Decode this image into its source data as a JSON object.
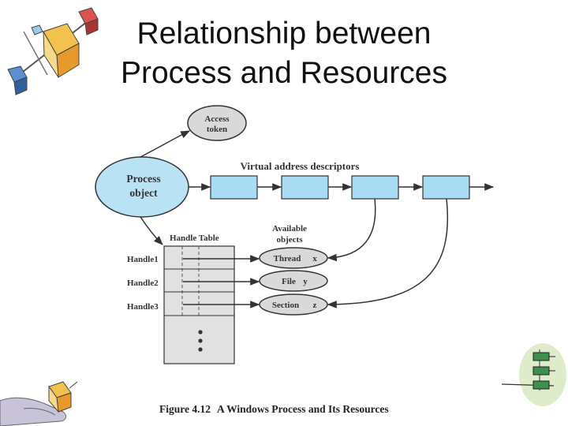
{
  "slide": {
    "title_line1": "Relationship between",
    "title_line2": "Process and Resources"
  },
  "diagram": {
    "access_token_line1": "Access",
    "access_token_line2": "token",
    "process_object_line1": "Process",
    "process_object_line2": "object",
    "vad_label": "Virtual address descriptors",
    "handle_table_label": "Handle Table",
    "available_objects_line1": "Available",
    "available_objects_line2": "objects",
    "handles": [
      "Handle1",
      "Handle2",
      "Handle3"
    ],
    "objects": [
      {
        "name": "Thread",
        "var": "x"
      },
      {
        "name": "File",
        "var": "y"
      },
      {
        "name": "Section",
        "var": "z"
      }
    ],
    "colors": {
      "process_fill": "#b9e2f5",
      "box_fill": "#a9dcf3",
      "object_fill": "#d9d9d9",
      "table_fill": "#e1e1e1",
      "stroke": "#333333"
    }
  },
  "caption": {
    "figure_number": "Figure 4.12",
    "text": "A Windows Process and Its Resources"
  },
  "decorations": {
    "top_left": "cubes-molecule-icon",
    "bottom_left": "hand-holding-cube-icon",
    "bottom_right": "flowchart-ladder-icon"
  }
}
